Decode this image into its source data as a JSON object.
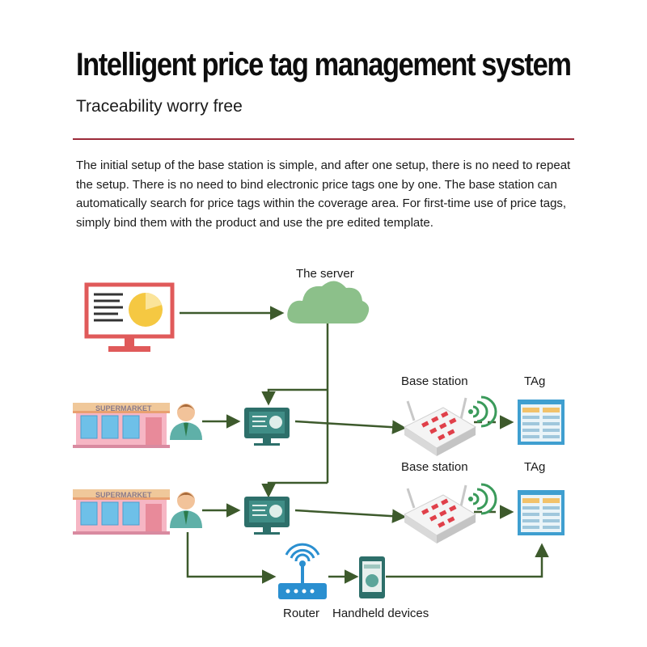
{
  "header": {
    "title": "Intelligent price tag management system",
    "subtitle": "Traceability worry free"
  },
  "description": "The initial setup of the base station is simple, and after one setup, there is no need to repeat the setup. There is no need to bind electronic price tags one by one. The base station can automatically search for price tags within the coverage area. For first-time use of price tags, simply bind them with the product and use the pre edited template.",
  "diagram": {
    "server_label": "The server",
    "base_station_label_1": "Base station",
    "base_station_label_2": "Base station",
    "tag_label_1": "TAg",
    "tag_label_2": "TAg",
    "router_label": "Router",
    "handheld_label": "Handheld devices",
    "supermarket_sign_1": "SUPERMARKET",
    "supermarket_sign_2": "SUPERMARKET"
  },
  "colors": {
    "accent_divider": "#9b2a3a",
    "arrow": "#3d5a2c",
    "cloud": "#8cc08a",
    "monitor_red": "#e05a5a",
    "device_teal": "#2d6f6a",
    "router_blue": "#2a8fd0",
    "tag_blue": "#3f9fd0"
  }
}
